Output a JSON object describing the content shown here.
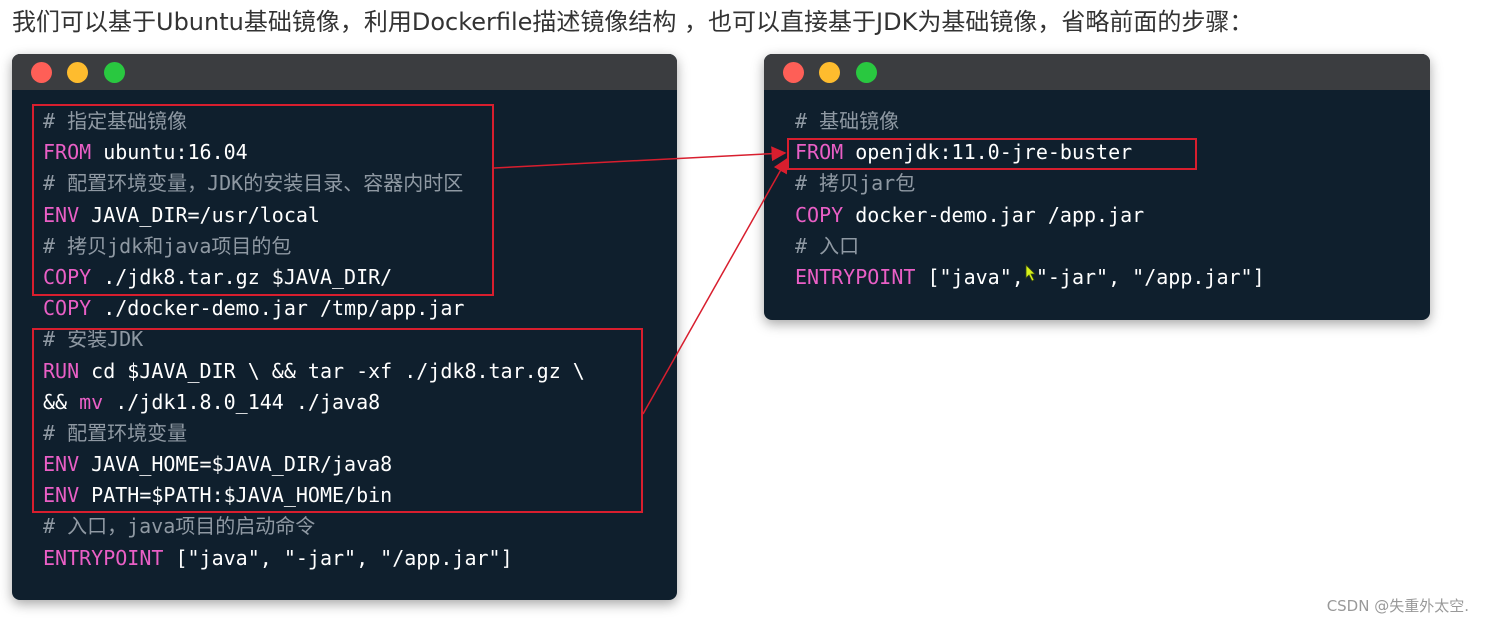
{
  "heading": {
    "text": "我们可以基于Ubuntu基础镜像，利用Dockerfile描述镜像结构 ，也可以直接基于JDK为基础镜像，省略前面的步骤："
  },
  "left_window": {
    "traffic_lights": [
      "close-dot",
      "minimize-dot",
      "maximize-dot"
    ],
    "lines": [
      [
        {
          "t": "# 指定基础镜像",
          "c": "comment"
        }
      ],
      [
        {
          "t": "FROM",
          "c": "kw"
        },
        {
          "t": " ubuntu:16.04",
          "c": "plain"
        }
      ],
      [
        {
          "t": "# 配置环境变量，JDK的安装目录、容器内时区",
          "c": "comment"
        }
      ],
      [
        {
          "t": "ENV",
          "c": "kw"
        },
        {
          "t": " JAVA_DIR=/usr/local",
          "c": "plain"
        }
      ],
      [
        {
          "t": "# 拷贝jdk和java项目的包",
          "c": "comment"
        }
      ],
      [
        {
          "t": "COPY",
          "c": "kw"
        },
        {
          "t": " ./jdk8.tar.gz $JAVA_DIR/",
          "c": "plain"
        }
      ],
      [
        {
          "t": "COPY",
          "c": "kw"
        },
        {
          "t": " ./docker-demo.jar /tmp/app.jar",
          "c": "plain"
        }
      ],
      [
        {
          "t": "# 安装JDK",
          "c": "comment"
        }
      ],
      [
        {
          "t": "RUN",
          "c": "kw"
        },
        {
          "t": " cd $JAVA_DIR \\ && tar -xf ./jdk8.tar.gz \\",
          "c": "plain"
        }
      ],
      [
        {
          "t": "&& ",
          "c": "plain"
        },
        {
          "t": "mv",
          "c": "kw"
        },
        {
          "t": " ./jdk1.8.0_144 ./java8",
          "c": "plain"
        }
      ],
      [
        {
          "t": "# 配置环境变量",
          "c": "comment"
        }
      ],
      [
        {
          "t": "ENV",
          "c": "kw"
        },
        {
          "t": " JAVA_HOME=$JAVA_DIR/java8",
          "c": "plain"
        }
      ],
      [
        {
          "t": "ENV",
          "c": "kw"
        },
        {
          "t": " PATH=$PATH:$JAVA_HOME/bin",
          "c": "plain"
        }
      ],
      [
        {
          "t": "# 入口，java项目的启动命令",
          "c": "comment"
        }
      ],
      [
        {
          "t": "ENTRYPOINT",
          "c": "kw"
        },
        {
          "t": " [\"java\", \"-jar\", \"/app.jar\"]",
          "c": "plain"
        }
      ]
    ]
  },
  "right_window": {
    "traffic_lights": [
      "close-dot",
      "minimize-dot",
      "maximize-dot"
    ],
    "lines": [
      [
        {
          "t": "# 基础镜像",
          "c": "comment"
        }
      ],
      [
        {
          "t": "FROM",
          "c": "kw"
        },
        {
          "t": " openjdk:11.0-jre-buster",
          "c": "plain"
        }
      ],
      [
        {
          "t": "# 拷贝jar包",
          "c": "comment"
        }
      ],
      [
        {
          "t": "COPY",
          "c": "kw"
        },
        {
          "t": " docker-demo.jar /app.jar",
          "c": "plain"
        }
      ],
      [
        {
          "t": "# 入口",
          "c": "comment"
        }
      ],
      [
        {
          "t": "ENTRYPOINT",
          "c": "kw"
        },
        {
          "t": " [\"java\", \"-jar\", \"/app.jar\"]",
          "c": "plain"
        }
      ]
    ]
  },
  "colors": {
    "window_bg": "#0f1f2d",
    "titlebar_bg": "#3b3d40",
    "keyword": "#ea5fc6",
    "comment": "#8f99a3",
    "plain_text": "#ffffff",
    "highlight_border": "#d81e2e",
    "close": "#fe5f57",
    "minimize": "#febc2e",
    "maximize": "#29c840"
  },
  "watermark": {
    "text": "CSDN @失重外太空."
  }
}
